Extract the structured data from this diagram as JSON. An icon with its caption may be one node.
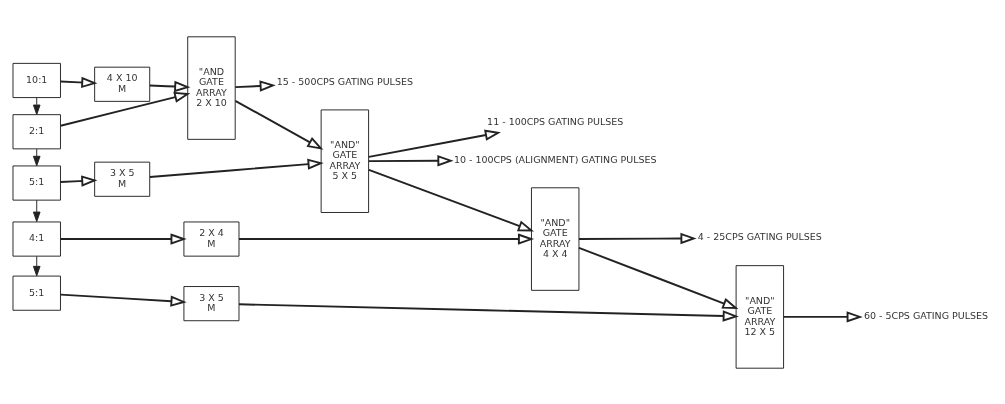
{
  "diagram": {
    "nodes": [
      {
        "text": [
          "10:1"
        ]
      },
      {
        "text": [
          "2:1"
        ]
      },
      {
        "text": [
          "5:1"
        ]
      },
      {
        "text": [
          "4:1"
        ]
      },
      {
        "text": [
          "5:1"
        ]
      },
      {
        "text": [
          "4 X 10 M"
        ]
      },
      {
        "text": [
          "3 X 5 M"
        ]
      },
      {
        "text": [
          "2 X 4 M"
        ]
      },
      {
        "text": [
          "3 X 5 M"
        ]
      },
      {
        "text": [
          "\"AND GATE ARRAY 2 X 10"
        ]
      },
      {
        "text": [
          "\"AND\" GATE ARRAY 5 X 5"
        ]
      },
      {
        "text": [
          "\"AND\" GATE ARRAY 4 X 4"
        ]
      },
      {
        "text": [
          "\"AND\" GATE ARRAY 12 X 5"
        ]
      },
      {
        "text": [
          "15 - 500CPS GATING PULSES"
        ]
      },
      {
        "text": [
          "11 - 100CPS GATING PULSES"
        ]
      },
      {
        "text": [
          "10 - 100CPS (ALIGNMENT) GATING PULSES"
        ]
      },
      {
        "text": [
          "4 - 25CPS GATING PULSES"
        ]
      },
      {
        "text": [
          "60 - 5CPS GATING PULSES"
        ]
      }
    ],
    "edges": [
      {
        "from": 0,
        "to": 1,
        "arrow": "to"
      },
      {
        "from": 1,
        "to": 2,
        "arrow": "to"
      },
      {
        "from": 2,
        "to": 3,
        "arrow": "to"
      },
      {
        "from": 3,
        "to": 4,
        "arrow": "to"
      },
      {
        "from": 0,
        "to": 5,
        "arrow": "to"
      },
      {
        "from": 5,
        "to": 9,
        "arrow": "to"
      },
      {
        "from": 1,
        "to": 9,
        "arrow": "to"
      },
      {
        "from": 9,
        "to": 13,
        "arrow": "to"
      },
      {
        "from": 9,
        "to": 10,
        "arrow": "to"
      },
      {
        "from": 2,
        "to": 6,
        "arrow": "to"
      },
      {
        "from": 6,
        "to": 10,
        "arrow": "to"
      },
      {
        "from": 10,
        "to": 14,
        "arrow": "to"
      },
      {
        "from": 10,
        "to": 15,
        "arrow": "to"
      },
      {
        "from": 10,
        "to": 11,
        "arrow": "to"
      },
      {
        "from": 3,
        "to": 7,
        "arrow": "to"
      },
      {
        "from": 7,
        "to": 11,
        "arrow": "to"
      },
      {
        "from": 11,
        "to": 16,
        "arrow": "to"
      },
      {
        "from": 11,
        "to": 12,
        "arrow": "to"
      },
      {
        "from": 4,
        "to": 8,
        "arrow": "to"
      },
      {
        "from": 8,
        "to": 12,
        "arrow": "to"
      },
      {
        "from": 12,
        "to": 17,
        "arrow": "to"
      }
    ]
  }
}
